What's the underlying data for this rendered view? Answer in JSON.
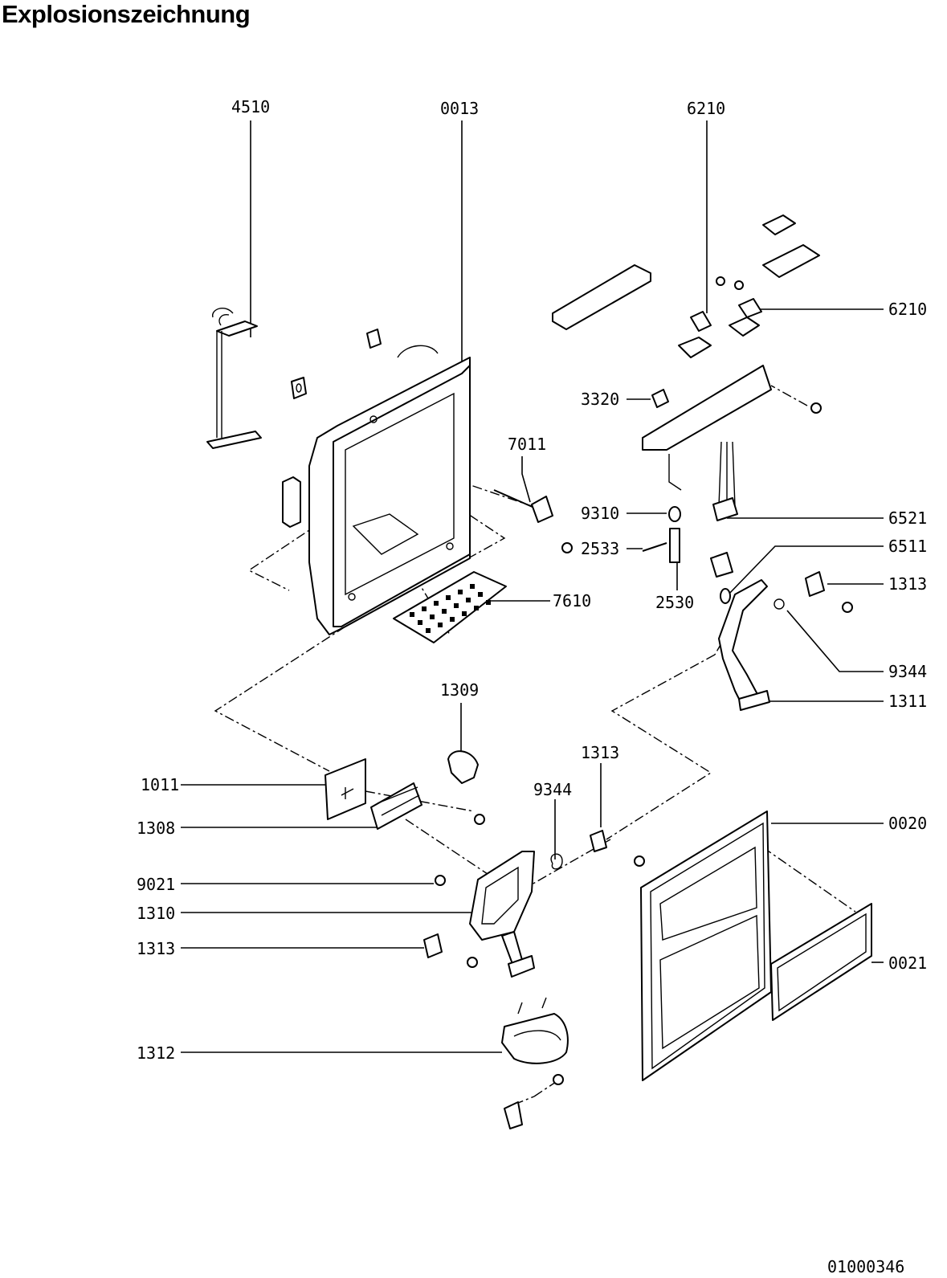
{
  "title": "Explosionszeichnung",
  "drawing_number": "01000346",
  "labels": [
    "4510",
    "0013",
    "6210",
    "6210",
    "3320",
    "7011",
    "9310",
    "6521",
    "2533",
    "6511",
    "2530",
    "1313",
    "7610",
    "9344",
    "1311",
    "1309",
    "1313",
    "9344",
    "1011",
    "0020",
    "1308",
    "9021",
    "1310",
    "0021",
    "1313",
    "1312"
  ]
}
